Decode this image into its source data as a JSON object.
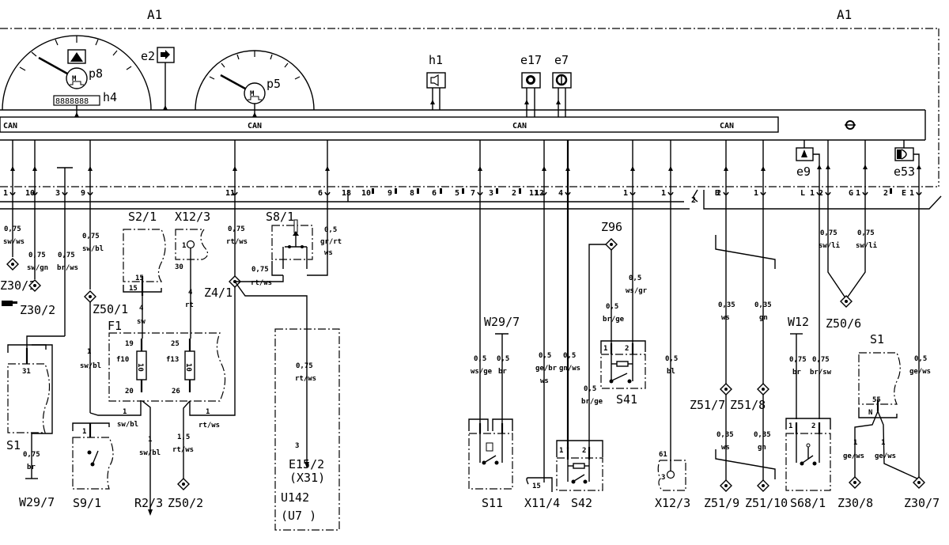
{
  "module": {
    "label_left": "A1",
    "label_right": "A1"
  },
  "bus": {
    "labels": [
      "CAN",
      "CAN",
      "CAN",
      "CAN"
    ]
  },
  "instruments": {
    "p8": "p8",
    "h4": "h4",
    "p5": "p5",
    "e2": "e2",
    "h1": "h1",
    "e17": "e17",
    "e7": "e7",
    "e9": "e9",
    "e53": "e53"
  },
  "connector_pins": {
    "left": [
      "1",
      "10",
      "3",
      "9",
      "11",
      "6"
    ],
    "mid_box_id": "18",
    "mid": [
      "10",
      "9",
      "8",
      "6",
      "5",
      "7",
      "3",
      "2",
      "11",
      "12",
      "4",
      "1"
    ],
    "mid_break": "2",
    "right_b": [
      "B",
      "2",
      "1"
    ],
    "right_l": [
      "L",
      "1",
      "2"
    ],
    "right_g": [
      "G",
      "1",
      "2"
    ],
    "right_e": [
      "E",
      "1"
    ]
  },
  "wires": {
    "w1": [
      "0,75",
      "sw/ws"
    ],
    "w10": [
      "0,75",
      "sw/gn"
    ],
    "w3": [
      "0,75",
      "br/ws"
    ],
    "w9": [
      "0,75",
      "sw/bl"
    ],
    "w11": [
      "0,75",
      "rt/ws"
    ],
    "w6": [
      "0,5",
      "gr/rt",
      "ws"
    ],
    "s8_out": [
      "0,75",
      "rt/ws"
    ],
    "e15": [
      "0,75",
      "rt/ws"
    ],
    "s2_out": [
      "4",
      "sw"
    ],
    "x12_out": [
      "4",
      "rt"
    ],
    "f10_out": [
      "1",
      "sw/bl"
    ],
    "f10_out2": [
      "1",
      "sw/bl"
    ],
    "s9_in": [
      "1",
      "sw/bl"
    ],
    "f13_out": [
      "1,5",
      "rt/ws"
    ],
    "f13_out2": [
      "1",
      "rt/ws"
    ],
    "s1_out": [
      "0,75",
      "br"
    ],
    "m7": [
      "0,5",
      "ws/ge"
    ],
    "w29_br": [
      "0,5",
      "br"
    ],
    "m11": [
      "0,5",
      "ge/br",
      "ws"
    ],
    "m12": [
      "0,5",
      "gn/ws"
    ],
    "z96_br": [
      "0,5",
      "br/ge"
    ],
    "s42_2": [
      "0,5",
      "br/ge"
    ],
    "m4": [
      "0,5",
      "ws/gr"
    ],
    "m1": [
      "0,5",
      "bl"
    ],
    "b2": [
      "0,35",
      "ws"
    ],
    "b1": [
      "0,35",
      "gn"
    ],
    "b2_low": [
      "0,35",
      "ws"
    ],
    "b1_low": [
      "0,35",
      "gn"
    ],
    "l2": [
      "0,75",
      "sw/li"
    ],
    "g1": [
      "0,75",
      "sw/li"
    ],
    "w12_br": [
      "0,75",
      "br"
    ],
    "l1": [
      "0,75",
      "br/sw"
    ],
    "e1": [
      "0,5",
      "ge/ws"
    ],
    "s1r_a": [
      "1",
      "ge/ws"
    ],
    "s1r_b": [
      "1",
      "ge/ws"
    ]
  },
  "components": {
    "S2_1": "S2/1",
    "X12_3_top": "X12/3",
    "S8_1": "S8/1",
    "Z4_1": "Z4/1",
    "Z30_1": "Z30/1",
    "Z30_2": "Z30/2",
    "Z50_1": "Z50/1",
    "F1": "F1",
    "f10": "f10",
    "f13": "f13",
    "S1": "S1",
    "W29_7_left": "W29/7",
    "S9_1": "S9/1",
    "R2_3": "R2/3",
    "Z50_2": "Z50/2",
    "E15_2": "E15/2",
    "X31": "(X31)",
    "U142": "U142",
    "U7": "(U7 )",
    "W29_7_mid": "W29/7",
    "Z96": "Z96",
    "S41": "S41",
    "S11": "S11",
    "X11_4": "X11/4",
    "S42": "S42",
    "X12_3_bottom": "X12/3",
    "Z51_7": "Z51/7",
    "Z51_8": "Z51/8",
    "Z51_9": "Z51/9",
    "Z51_10": "Z51/10",
    "W12": "W12",
    "Z50_6": "Z50/6",
    "S68_1": "S68/1",
    "S1_right": "S1",
    "Z30_8": "Z30/8",
    "Z30_7": "Z30/7"
  },
  "pin_numbers": {
    "s2_15a": "15",
    "s2_15b": "15",
    "x12_1": "1",
    "x12_30": "30",
    "f10_in": "19",
    "f10_out": "20",
    "f13_in": "25",
    "f13_out": "26",
    "fuse_rating": "10",
    "s1_31": "31",
    "s9_1": "1",
    "e15_3": "3",
    "s41_1": "1",
    "s41_2": "2",
    "s42_1": "1",
    "s42_2": "2",
    "x11_15": "15",
    "x12b_61": "61",
    "x12b_3": "3",
    "s68_1": "1",
    "s68_2": "2",
    "s1r_55": "55",
    "s1r_n": "N"
  }
}
